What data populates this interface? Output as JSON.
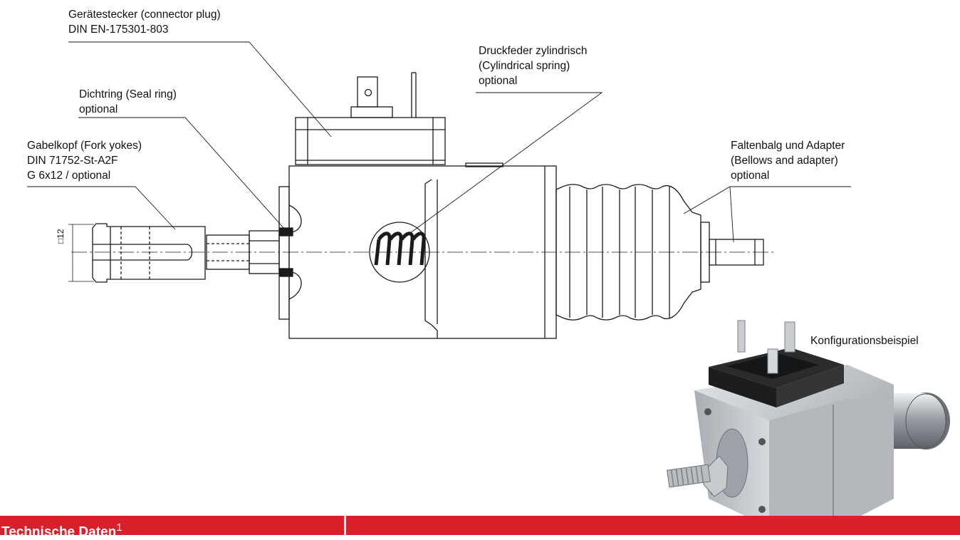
{
  "labels": {
    "connector": {
      "line1": "Gerätestecker (connector plug)",
      "line2": "DIN EN-175301-803"
    },
    "spring": {
      "line1": "Druckfeder zylindrisch",
      "line2": "(Cylindrical spring)",
      "line3": "optional"
    },
    "seal": {
      "line1": "Dichtring (Seal ring)",
      "line2": "optional"
    },
    "fork": {
      "line1": "Gabelkopf (Fork yokes)",
      "line2": "DIN 71752-St-A2F",
      "line3": "G 6x12 / optional"
    },
    "bellows": {
      "line1": "Faltenbalg und Adapter",
      "line2": "(Bellows and adapter)",
      "line3": "optional"
    },
    "dimension": "□12",
    "config_example": "Konfigurationsbeispiel"
  },
  "section": {
    "title": "Technische Daten",
    "footnote": "1"
  },
  "colors": {
    "accent": "#d81f2a",
    "line": "#1a1a1a"
  }
}
